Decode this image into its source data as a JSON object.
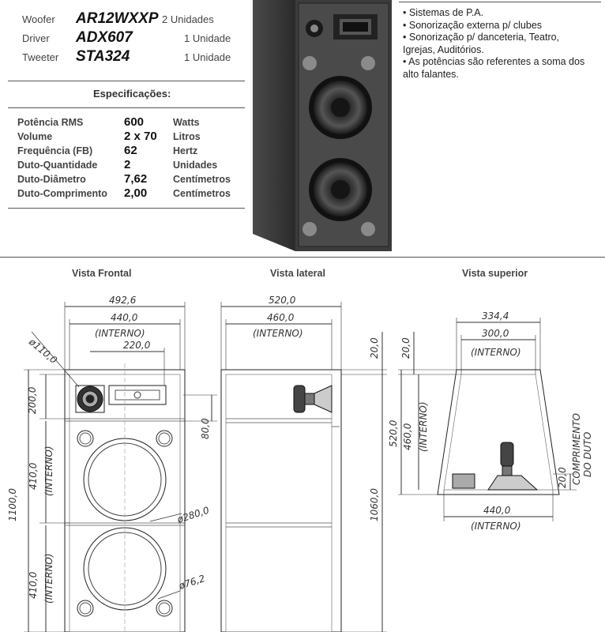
{
  "drivers": [
    {
      "type": "Woofer",
      "model": "AR12WXXP",
      "qty": "2 Unidades"
    },
    {
      "type": "Driver",
      "model": "ADX607",
      "qty": "1 Unidade"
    },
    {
      "type": "Tweeter",
      "model": "STA324",
      "qty": "1 Unidade"
    }
  ],
  "specs": {
    "title": "Especificações:",
    "rows": [
      {
        "label": "Potência RMS",
        "value": "600",
        "unit": "Watts"
      },
      {
        "label": "Volume",
        "value": "2 x 70",
        "unit": "Litros"
      },
      {
        "label": "Frequência (FB)",
        "value": "62",
        "unit": "Hertz"
      },
      {
        "label": "Duto-Quantidade",
        "value": "2",
        "unit": "Unidades"
      },
      {
        "label": "Duto-Diâmetro",
        "value": "7,62",
        "unit": "Centímetros"
      },
      {
        "label": "Duto-Comprimento",
        "value": "2,00",
        "unit": "Centímetros"
      }
    ]
  },
  "notes": [
    "Sistemas de P.A.",
    "Sonorização externa p/ clubes",
    "Sonorização p/ danceteria, Teatro, Igrejas, Auditórios.",
    "As potências são referentes a soma dos alto falantes."
  ],
  "views": {
    "front": "Vista Frontal",
    "side": "Vista lateral",
    "top": "Vista superior"
  },
  "dims": {
    "front_width": "492,6",
    "front_inner": "440,0",
    "interno": "(INTERNO)",
    "driver_w": "220,0",
    "tweeter_d": "ø110,0",
    "top_sec": "200,0",
    "gap80": "80,0",
    "sec1": "410,0",
    "sec2": "410,0",
    "total_h": "1100,0",
    "woofer_d": "ø280,0",
    "port_d": "ø76,2",
    "side_w": "520,0",
    "side_inner": "460,0",
    "side_top": "20,0",
    "side_h": "1060,0",
    "top_w": "334,4",
    "top_inner": "300,0",
    "top_left20": "20,0",
    "top_depth": "520,0",
    "top_inner_depth": "460,0",
    "top_bottom_w": "440,0",
    "duct_len": "20,0",
    "duct_label1": "COMPRIMENTO",
    "duct_label2": "DO DUTO"
  }
}
